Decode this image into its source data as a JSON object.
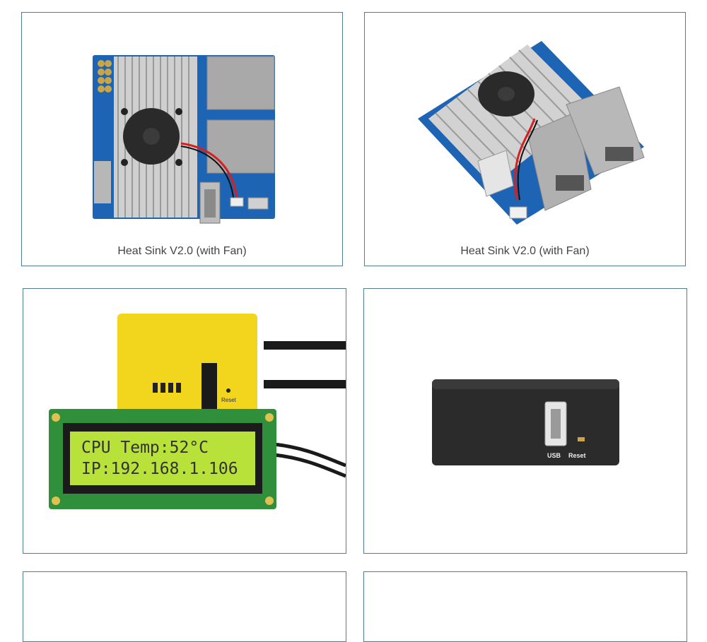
{
  "products": [
    {
      "caption": "Heat Sink V2.0 (with Fan)",
      "image": "heatsink-fan-top-view"
    },
    {
      "caption": "Heat Sink V2.0 (with Fan)",
      "image": "heatsink-fan-angled-view"
    },
    {
      "caption": "",
      "image": "lcd-case-kit",
      "lcd": {
        "line1": "CPU Temp:52°C",
        "line2": "IP:192.168.1.106"
      },
      "case_label": "Reset"
    },
    {
      "caption": "",
      "image": "black-case",
      "labels": {
        "usb": "USB",
        "reset": "Reset"
      }
    },
    {
      "caption": "",
      "image": ""
    },
    {
      "caption": "",
      "image": ""
    }
  ],
  "colors": {
    "border": "#4f7f8f",
    "caption": "#444444",
    "pcb": "#1e64b4",
    "lcd": "#b8e23a"
  }
}
